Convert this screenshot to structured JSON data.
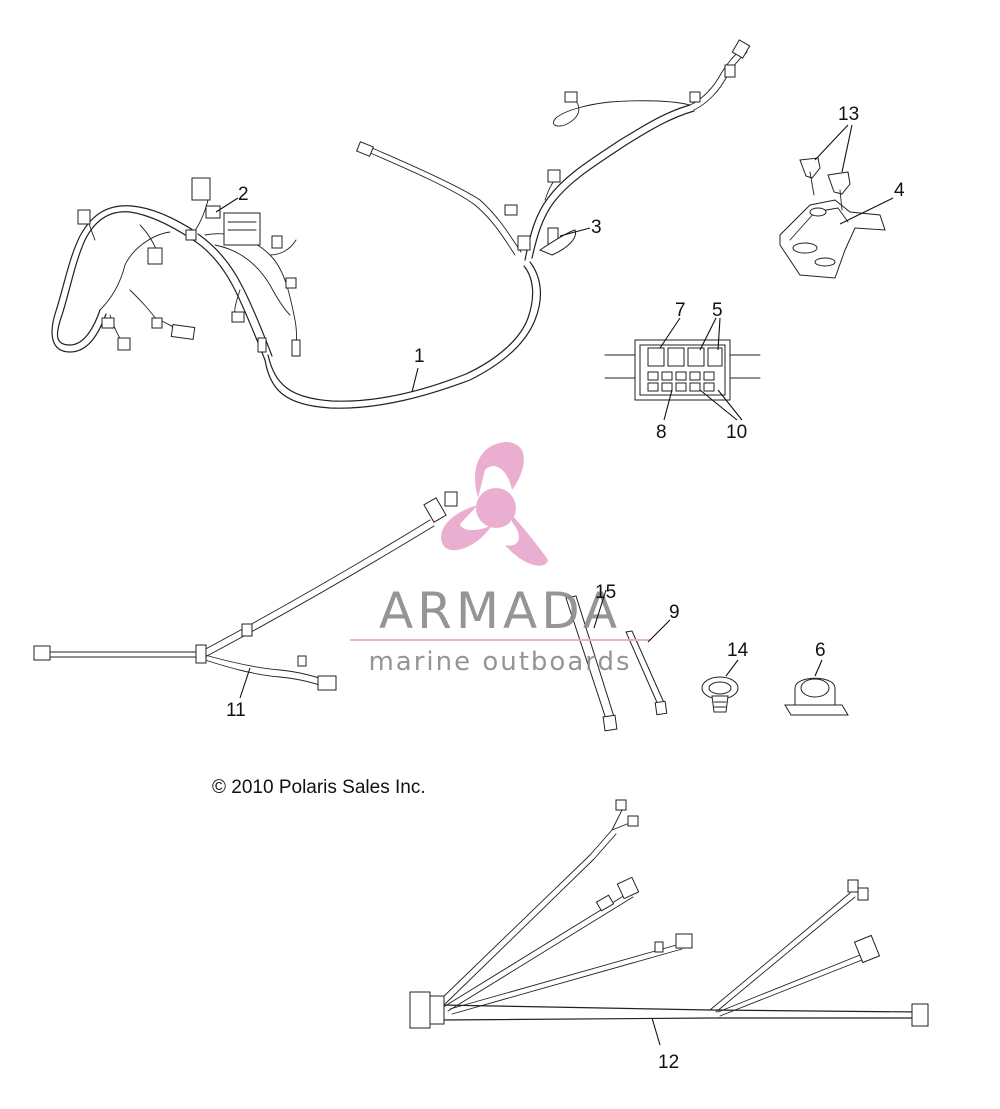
{
  "callouts": {
    "c1": "1",
    "c2": "2",
    "c3": "3",
    "c4": "4",
    "c5": "5",
    "c6": "6",
    "c7": "7",
    "c8": "8",
    "c9": "9",
    "c10": "10",
    "c11": "11",
    "c12": "12",
    "c13": "13",
    "c14": "14",
    "c15": "15"
  },
  "copyright": "© 2010 Polaris Sales Inc.",
  "watermark": {
    "brand": "ARMADA",
    "tagline": "marine outboards",
    "logo_icon": "propeller-icon",
    "accent_color": "#e8a6cc",
    "text_color": "#8a8a8a"
  }
}
